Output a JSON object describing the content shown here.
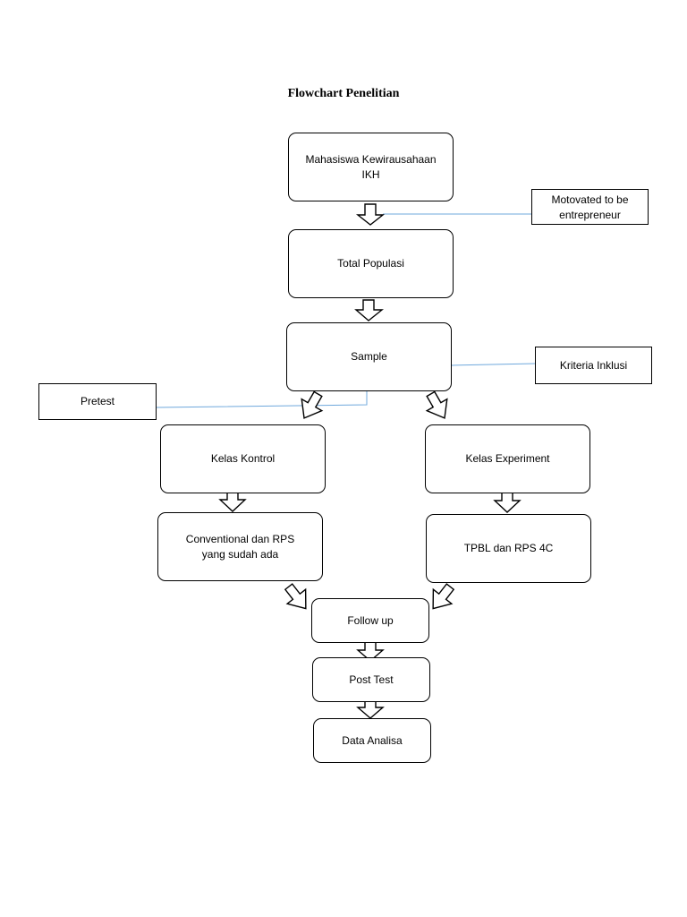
{
  "title": "Flowchart Penelitian",
  "nodes": {
    "mahasiswa": "Mahasiswa Kewirausahaan IKH",
    "total_populasi": "Total Populasi",
    "sample": "Sample",
    "kelas_kontrol": "Kelas Kontrol",
    "kelas_experiment": "Kelas Experiment",
    "conventional": "Conventional   dan RPS yang sudah ada",
    "tpbl": "TPBL dan RPS 4C",
    "follow_up": "Follow up",
    "post_test": "Post Test",
    "data_analisa": "Data Analisa"
  },
  "notes": {
    "motivated": "Motovated to be entrepreneur",
    "kriteria": "Kriteria Inklusi",
    "pretest": "Pretest"
  },
  "colors": {
    "connector": "#6fa8dc",
    "border": "#000000"
  }
}
